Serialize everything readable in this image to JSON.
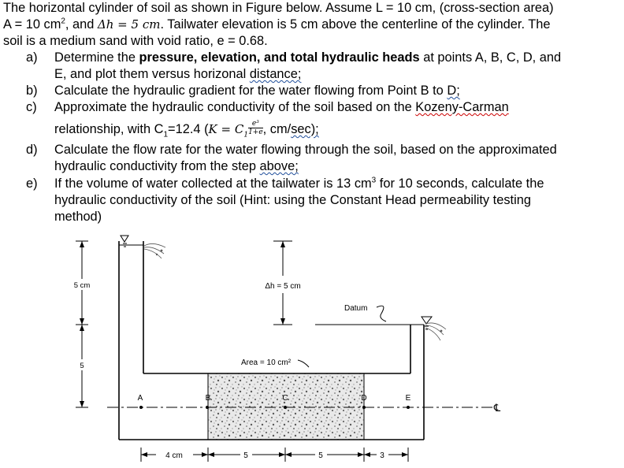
{
  "problem": {
    "intro": [
      "The horizontal cylinder of soil as shown in Figure below. Assume L = 10 cm, (cross-section area)",
      "A = 10 cm",
      "2",
      ", and ",
      "Δh = 5 cm",
      ". Tailwater elevation is 5 cm above the centerline of the cylinder. The",
      "soil is a medium sand with void ratio, e = 0.68."
    ],
    "items": [
      {
        "marker": "a)",
        "pre": "Determine the ",
        "bold": "pressure, elevation, and total hydraulic heads",
        "post": " at points A, B, C, D, and",
        "line2_pre": "E, and plot them versus horizonal ",
        "line2_u": "distance;"
      },
      {
        "marker": "b)",
        "pre": "Calculate the hydraulic gradient for the water flowing from Point B to ",
        "u": "D;"
      },
      {
        "marker": "c)",
        "pre": "Approximate the hydraulic conductivity of the soil based on the ",
        "u": "Kozeny-Carman",
        "line2_pre": "relationship, with C",
        "line2_sub": "1",
        "line2_mid": "=12.4 (",
        "formula_k": "K = C",
        "formula_sub": "1",
        "frac_num": "e³",
        "frac_den": "1+e",
        "line2_post": ", cm/",
        "line2_u": "sec);"
      },
      {
        "marker": "d)",
        "line1": "Calculate the flow rate for the water flowing through the soil, based on the approximated",
        "line2_pre": "hydraulic conductivity from the step ",
        "line2_u": "above;"
      },
      {
        "marker": "e)",
        "line1_pre": "If the volume of water collected at the tailwater is 13 cm",
        "line1_sup": "3",
        "line1_post": " for 10 seconds, calculate the",
        "line2": "hydraulic conductivity of the soil (Hint: using the Constant Head permeability testing",
        "line3": "method)"
      }
    ]
  },
  "figure": {
    "label_5cm_left": "5 cm",
    "label_5_left": "5",
    "label_dh": "Δh = 5 cm",
    "label_datum": "Datum",
    "label_area": "Area = 10 cm²",
    "point_a": "A",
    "point_b": "B",
    "point_c": "C",
    "point_d": "D",
    "point_e": "E",
    "centerline_symbol": "℄",
    "dim_4cm": "4 cm",
    "dim_5a": "5",
    "dim_5b": "5",
    "dim_3": "3"
  }
}
